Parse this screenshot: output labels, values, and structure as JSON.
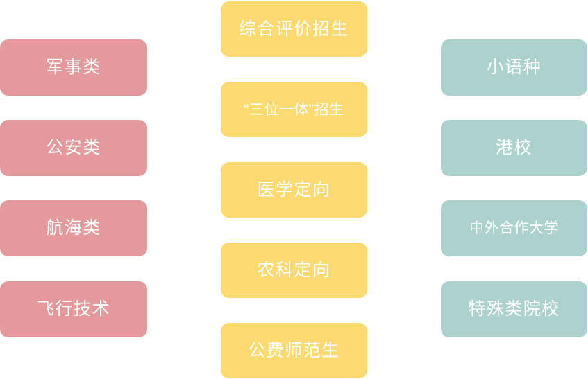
{
  "diagram": {
    "background_color": "#ffffff",
    "columns": [
      {
        "name": "military-public-safety-column",
        "accent_color": "#e49a9c",
        "text_color": "#ffffff",
        "cards": [
          {
            "label": "军事类"
          },
          {
            "label": "公安类"
          },
          {
            "label": "航海类"
          },
          {
            "label": "飞行技术"
          }
        ]
      },
      {
        "name": "special-admission-column",
        "accent_color": "#fcda72",
        "text_color": "#ffffff",
        "cards": [
          {
            "label": "综合评价招生"
          },
          {
            "label": "“三位一体”招生"
          },
          {
            "label": "医学定向"
          },
          {
            "label": "农科定向"
          },
          {
            "label": "公费师范生"
          }
        ]
      },
      {
        "name": "special-institutions-column",
        "accent_color": "#add2ce",
        "text_color": "#ffffff",
        "cards": [
          {
            "label": "小语种"
          },
          {
            "label": "港校"
          },
          {
            "label": "中外合作大学"
          },
          {
            "label": "特殊类院校"
          }
        ]
      }
    ]
  }
}
